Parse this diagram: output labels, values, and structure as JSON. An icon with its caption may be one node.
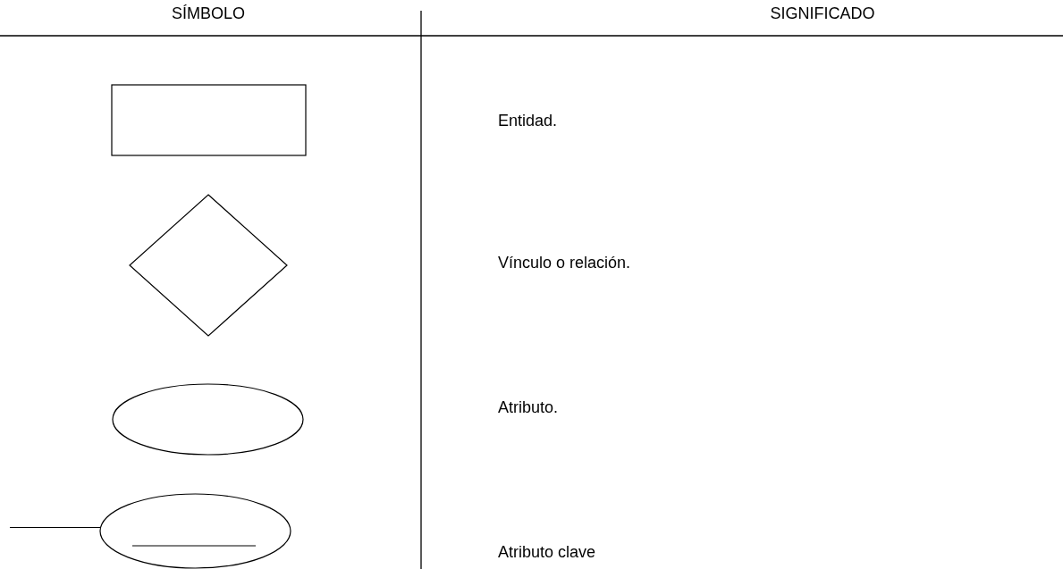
{
  "diagram": {
    "nodes": [
      {
        "text": [],
        "shape": "box"
      },
      {
        "text": [],
        "shape": "diamond"
      },
      {
        "text": [],
        "shape": "ellipse"
      },
      {
        "text": [],
        "shape": "ellipse"
      }
    ],
    "edges": [
      {
        "from": null,
        "to": 3,
        "arrow": "none"
      }
    ],
    "labels": [
      "SÍMBOLO",
      "SIGNIFICADO",
      "Entidad.",
      "Vínculo o relación.",
      "Atributo.",
      "Atributo clave"
    ]
  }
}
